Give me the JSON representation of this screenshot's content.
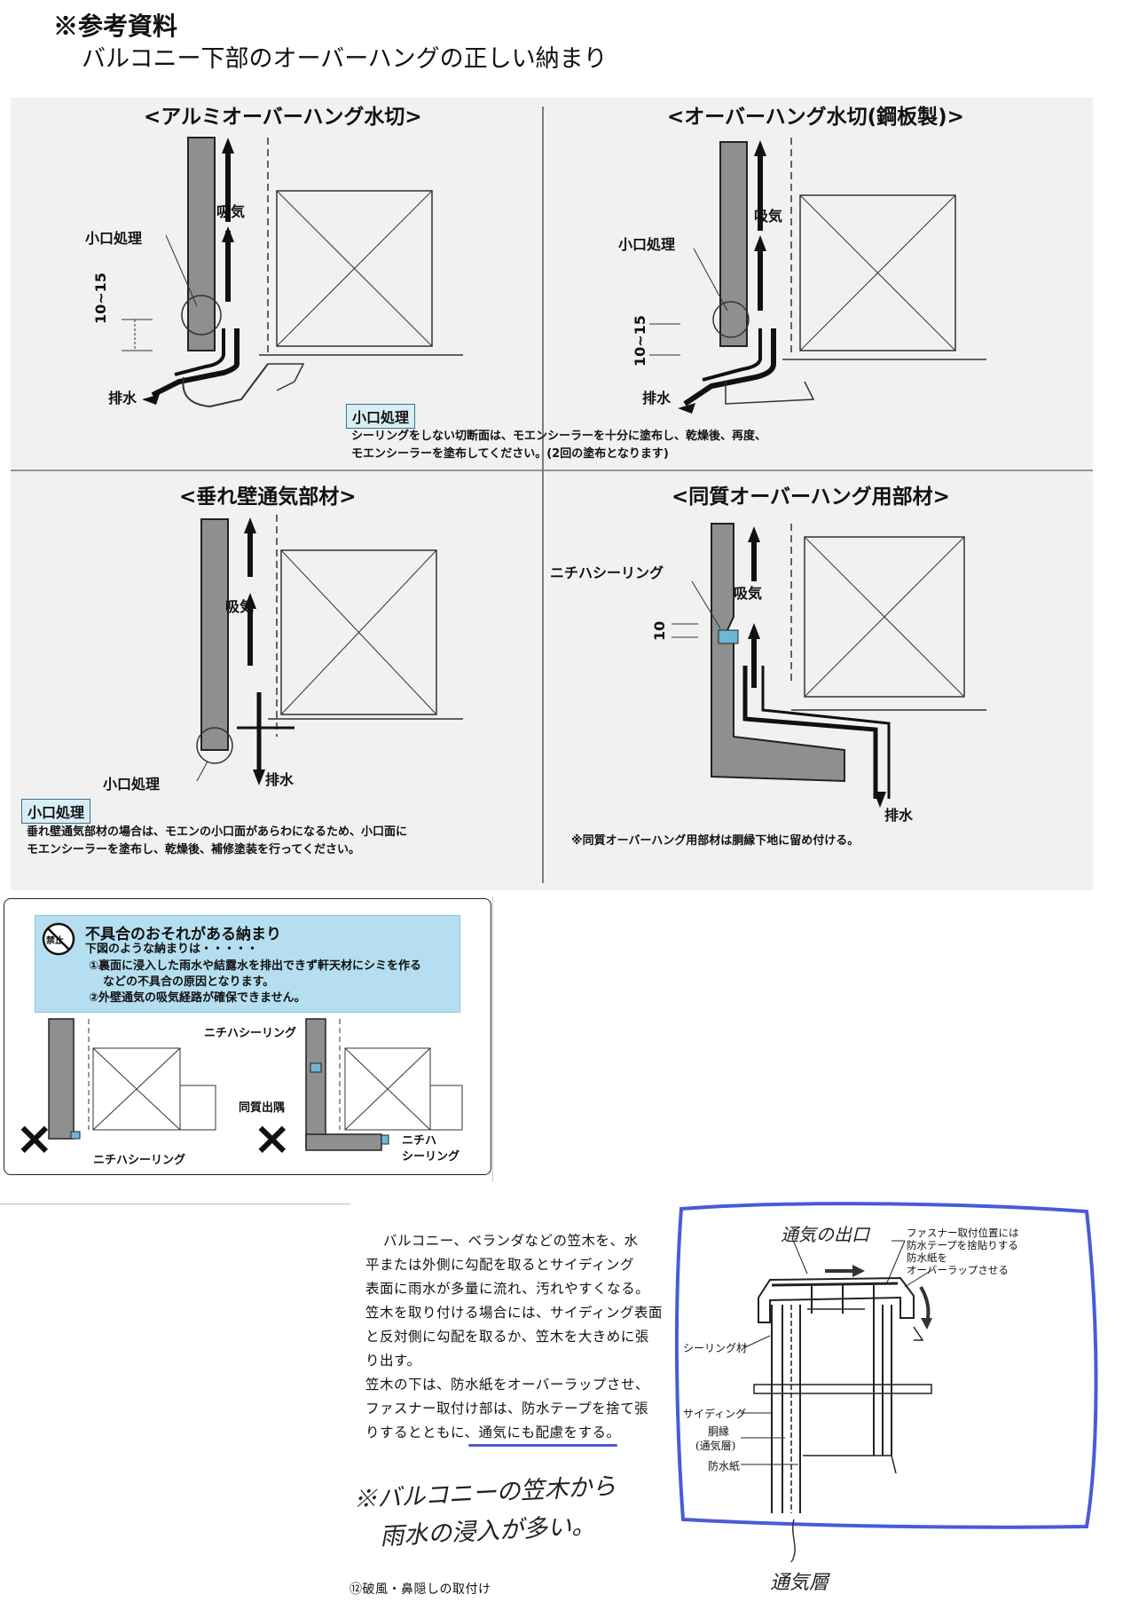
{
  "header": {
    "title": "※参考資料",
    "subtitle": "バルコニー下部のオーバーハングの正しい納まり"
  },
  "panels": {
    "p1": {
      "title": "<アルミオーバーハング水切>",
      "intake": "吸気",
      "edge": "小口処理",
      "dim": "10~15",
      "drain": "排水"
    },
    "p2": {
      "title": "<オーバーハング水切(鋼板製)>",
      "intake": "吸気",
      "edge": "小口処理",
      "dim": "10~15",
      "drain": "排水"
    },
    "note1": {
      "tag": "小口処理",
      "line1": "シーリングをしない切断面は、モエンシーラーを十分に塗布し、乾燥後、再度、",
      "line2": "モエンシーラーを塗布してください。(2回の塗布となります)"
    },
    "p3": {
      "title": "<垂れ壁通気部材>",
      "intake": "吸気",
      "edge": "小口処理",
      "drain": "排水"
    },
    "note3": {
      "tag": "小口処理",
      "line1": "垂れ壁通気部材の場合は、モエンの小口面があらわになるため、小口面に",
      "line2": "モエンシーラーを塗布し、乾燥後、補修塗装を行ってください。"
    },
    "p4": {
      "title": "<同質オーバーハング用部材>",
      "seal": "ニチハシーリング",
      "intake": "吸気",
      "dim": "10",
      "drain": "排水",
      "note": "※同質オーバーハング用部材は胴縁下地に留め付ける。"
    }
  },
  "warning": {
    "badge": "禁止",
    "title": "不具合のおそれがある納まり",
    "intro": "下図のような納まりは・・・・・",
    "item1a": "①裏面に浸入した雨水や結露水を排出できず軒天材にシミを作る",
    "item1b": "などの不具合の原因となります。",
    "item2": "②外壁通気の吸気経路が確保できません。",
    "left_label": "ニチハシーリング",
    "right_label1": "ニチハシーリング",
    "right_label2": "同質出隅",
    "right_label3a": "ニチハ",
    "right_label3b": "シーリング",
    "mark": "×"
  },
  "text_block": {
    "lines": [
      "バルコニー、ベランダなどの笠木を、水",
      "平または外側に勾配を取るとサイディング",
      "表面に雨水が多量に流れ、汚れやすくなる。",
      "笠木を取り付ける場合には、サイディング表面",
      "と反対側に勾配を取るか、笠木を大きめに張",
      "り出す。",
      "笠木の下は、防水紙をオーバーラップさせ、",
      "ファスナー取付け部は、防水テープを捨て張",
      "りするとともに、通気にも配慮をする。"
    ],
    "handnote1": "※バルコニーの笠木から",
    "handnote2": "雨水の浸入が多い。",
    "footer": "⑫破風・鼻隠しの取付け"
  },
  "diagram": {
    "hand_top": "通気の出口",
    "hand_bottom": "通気層",
    "label_fastener1": "ファスナー取付位置には",
    "label_fastener2": "防水テープを捨貼りする",
    "label_paper1": "防水紙を",
    "label_paper2": "オーバーラップさせる",
    "label_seal": "シーリング材",
    "label_siding": "サイディング",
    "label_furring1": "胴縁",
    "label_furring2": "(通気層)",
    "label_waterproof": "防水紙"
  },
  "colors": {
    "accent_blue": "#4a5ad6",
    "tag_bg": "#d8eef6",
    "warn_bg": "#b5dff0",
    "wall": "#8f8f8f"
  }
}
